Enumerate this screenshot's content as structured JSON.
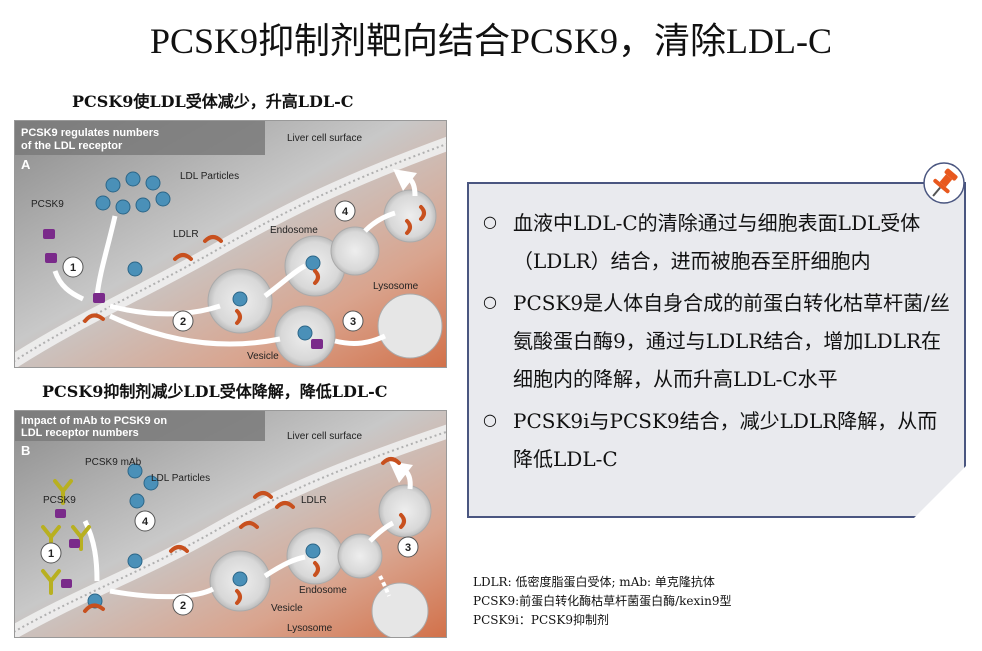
{
  "title": "PCSK9抑制剂靶向结合PCSK9，清除LDL-C",
  "panel_a": {
    "subtitle": "PCSK9使LDL受体减少，升高LDL-C",
    "heading_line1": "PCSK9 regulates numbers",
    "heading_line2": "of the LDL receptor",
    "letter": "A",
    "labels": {
      "liver": "Liver cell surface",
      "ldl_particles": "LDL Particles",
      "pcsk9": "PCSK9",
      "ldlr": "LDLR",
      "endosome": "Endosome",
      "lysosome": "Lysosome",
      "vesicle": "Vesicle"
    },
    "steps": [
      "1",
      "2",
      "3",
      "4"
    ]
  },
  "panel_b": {
    "subtitle": "PCSK9抑制剂减少LDL受体降解，降低LDL-C",
    "heading_line1": "Impact of mAb to PCSK9 on",
    "heading_line2": "LDL receptor numbers",
    "letter": "B",
    "labels": {
      "liver": "Liver cell surface",
      "pcsk9_mab": "PCSK9 mAb",
      "ldl_particles": "LDL Particles",
      "pcsk9": "PCSK9",
      "ldlr": "LDLR",
      "endosome": "Endosome",
      "vesicle": "Vesicle",
      "lysosome": "Lysosome"
    },
    "steps": [
      "1",
      "2",
      "3",
      "4"
    ]
  },
  "callout": {
    "icon": "pushpin-icon",
    "bullets": [
      "血液中LDL-C的清除通过与细胞表面LDL受体（LDLR）结合，进而被胞吞至肝细胞内",
      "PCSK9是人体自身合成的前蛋白转化枯草杆菌/丝氨酸蛋白酶9，通过与LDLR结合，增加LDLR在细胞内的降解，从而升高LDL-C水平",
      "PCSK9i与PCSK9结合，减少LDLR降解，从而降低LDL-C"
    ]
  },
  "notes": [
    "LDLR: 低密度脂蛋白受体; mAb: 单克隆抗体",
    "PCSK9:前蛋白转化酶枯草杆菌蛋白酶/kexin9型",
    "PCSK9i：PCSK9抑制剂"
  ],
  "colors": {
    "callout_border": "#4a5680",
    "callout_fill": "#e9eaee",
    "ldlr_receptor": "#c8501e",
    "pcsk9": "#7a2a8a",
    "mab": "#b8b020",
    "ldl_particle": "#4a90b8",
    "pin": "#e8581e"
  }
}
